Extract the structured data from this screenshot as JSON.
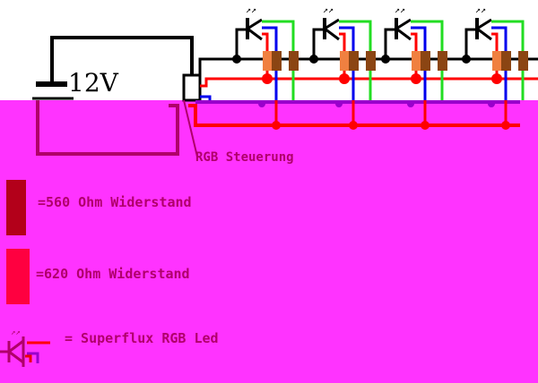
{
  "diagram": {
    "title": "RGB LED Wiring",
    "power_label": "12V",
    "controller_label": "RGB Steuerung",
    "led_count": 4,
    "legend": [
      {
        "symbol": "resistor-560",
        "color": "#b3001a",
        "text": "=560 Ohm Widerstand"
      },
      {
        "symbol": "resistor-620",
        "color": "#ff0040",
        "text": "=620 Ohm Widerstand"
      },
      {
        "symbol": "rgb-led",
        "text": "= Superflux RGB Led"
      }
    ],
    "colors": {
      "background_top": "#ffffff",
      "background_bottom": "#ff33ff",
      "wire_common": "#000000",
      "wire_red": "#ff0000",
      "wire_green": "#22dd22",
      "wire_blue": "#0000ee",
      "wire_purple": "#9900cc",
      "resistor_orange": "#f08040",
      "resistor_brown": "#8b4513",
      "text_legend": "#b0006a"
    }
  }
}
